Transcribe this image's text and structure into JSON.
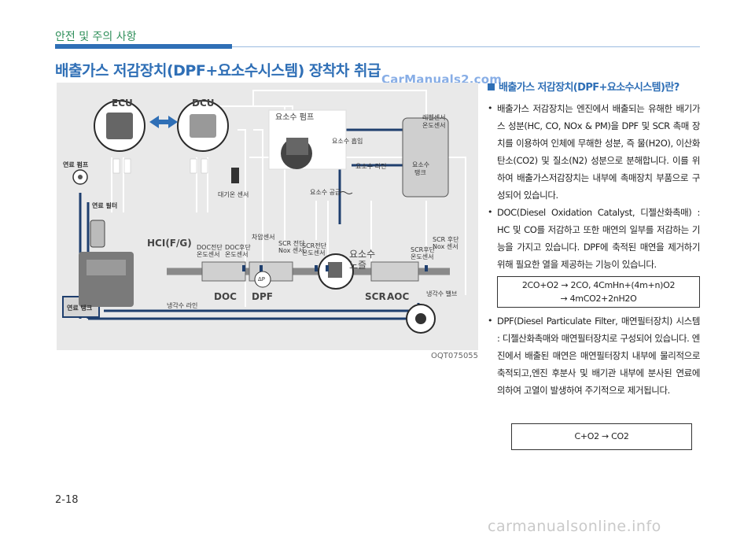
{
  "header": {
    "section": "안전 및 주의 사항"
  },
  "page_title": "배출가스 저감장치(DPF+요소수시스템) 장착차 취급",
  "watermark": "CarManuals2.com",
  "figure": {
    "code": "OQT075055",
    "labels": {
      "ecu": "ECU",
      "dcu": "DCU",
      "fuel_pump": "연료 펌프",
      "fuel_filter": "연료 필터",
      "fuel_tank": "연료 탱크",
      "atmo_sensor": "대기온 센서",
      "urea_pump": "요소수 펌프",
      "urea_suction": "요소수 흡입",
      "urea_return": "요소수 리턴",
      "urea_supply": "요소수 공급",
      "level_sensor_1": "레벨센서",
      "level_sensor_2": "온도센서",
      "urea_tank_1": "요소수",
      "urea_tank_2": "탱크",
      "hci": "HCI(F/G)",
      "doc_front_1": "DOC전단",
      "doc_front_2": "온도센서",
      "doc_rear_1": "DOC후단",
      "doc_rear_2": "온도센서",
      "diff_sensor": "차압센서",
      "scr_front_nox_1": "SCR 전단",
      "scr_front_nox_2": "Nox 센서",
      "scr_front_temp_1": "SCR전단",
      "scr_front_temp_2": "온도센서",
      "urea_inject_1": "요소수",
      "urea_inject_2": "노즐",
      "scr_rear_temp_1": "SCR후단",
      "scr_rear_temp_2": "온도센서",
      "scr_rear_nox_1": "SCR 후단",
      "scr_rear_nox_2": "Nox 센서",
      "coolant_line": "냉각수 라인",
      "coolant_valve": "냉각수 밸브",
      "doc": "DOC",
      "dpf": "DPF",
      "scr": "SCR",
      "aoc": "AOC",
      "dp": "ΔP"
    }
  },
  "section": {
    "heading": "배출가스 저감장치(DPF+요소수시스템)란?",
    "bullet1": "배출가스 저감장치는 엔진에서 배출되는 유해한 배기가스 성분(HC, CO, NOx & PM)을 DPF 및 SCR 촉매 장치를 이용하여 인체에 무해한 성분, 즉 물(H2O), 이산화탄소(CO2) 및 질소(N2) 성분으로 분해합니다. 이를 위하여 배출가스저감장치는 내부에 촉매장치 부품으로 구성되어 있습니다.",
    "bullet2": "DOC(Diesel Oxidation Catalyst, 디젤산화촉매) : HC 및 CO를 저감하고 또한 매연의 일부를 저감하는 기능을 가지고 있습니다. DPF에 축적된 매연을 제거하기 위해 필요한 열을 제공하는 기능이 있습니다.",
    "formula1_line1": "2CO+O2 → 2CO, 4CmHn+(4m+n)O2",
    "formula1_line2": "→ 4mCO2+2nH2O",
    "bullet3": "DPF(Diesel Particulate Filter, 매연필터장치) 시스템 : 디젤산화촉매와 매연필터장치로 구성되어 있습니다. 엔진에서 배출된 매연은 매연필터장치 내부에 물리적으로 축적되고,엔진 후분사 및 배기관 내부에 분사된 연료에 의하여 고열이 발생하여 주기적으로 제거됩니다.",
    "formula2": "C+O2 → CO2"
  },
  "page_number": "2-18",
  "footer_watermark": "carmanualsonline.info"
}
